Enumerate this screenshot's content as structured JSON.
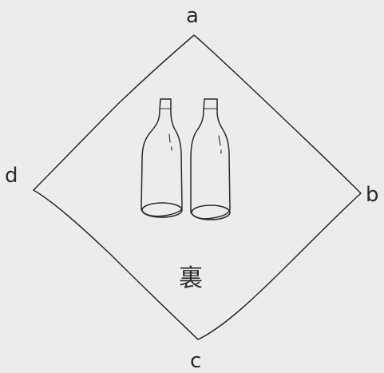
{
  "corners": {
    "a": "a",
    "b": "b",
    "c": "c",
    "d": "d"
  },
  "center_label": "裏",
  "ink_color": "#2a2a2a",
  "paper_color": "#ececec",
  "illustration": "two-bottles"
}
